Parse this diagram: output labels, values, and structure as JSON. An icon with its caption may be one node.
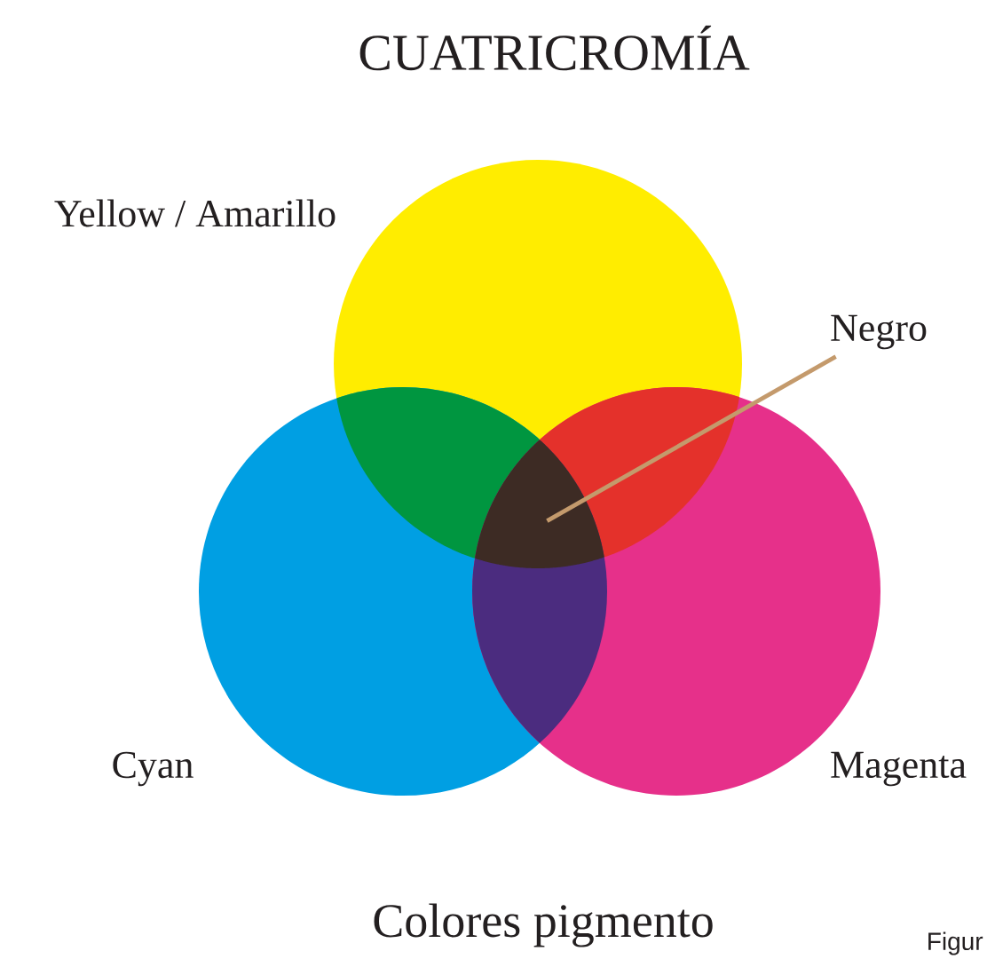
{
  "diagram": {
    "title": "CUATRICROMÍA",
    "caption": "Colores pigmento",
    "nodes": [
      {
        "text": [
          "Negro"
        ]
      },
      {
        "text": [],
        "shape": "picture"
      }
    ],
    "edges": [
      {
        "from": 0,
        "to": 1,
        "arrow": "none"
      }
    ],
    "labels": [
      "Yellow / Amarillo",
      "Cyan",
      "Magenta",
      "Figur"
    ]
  }
}
